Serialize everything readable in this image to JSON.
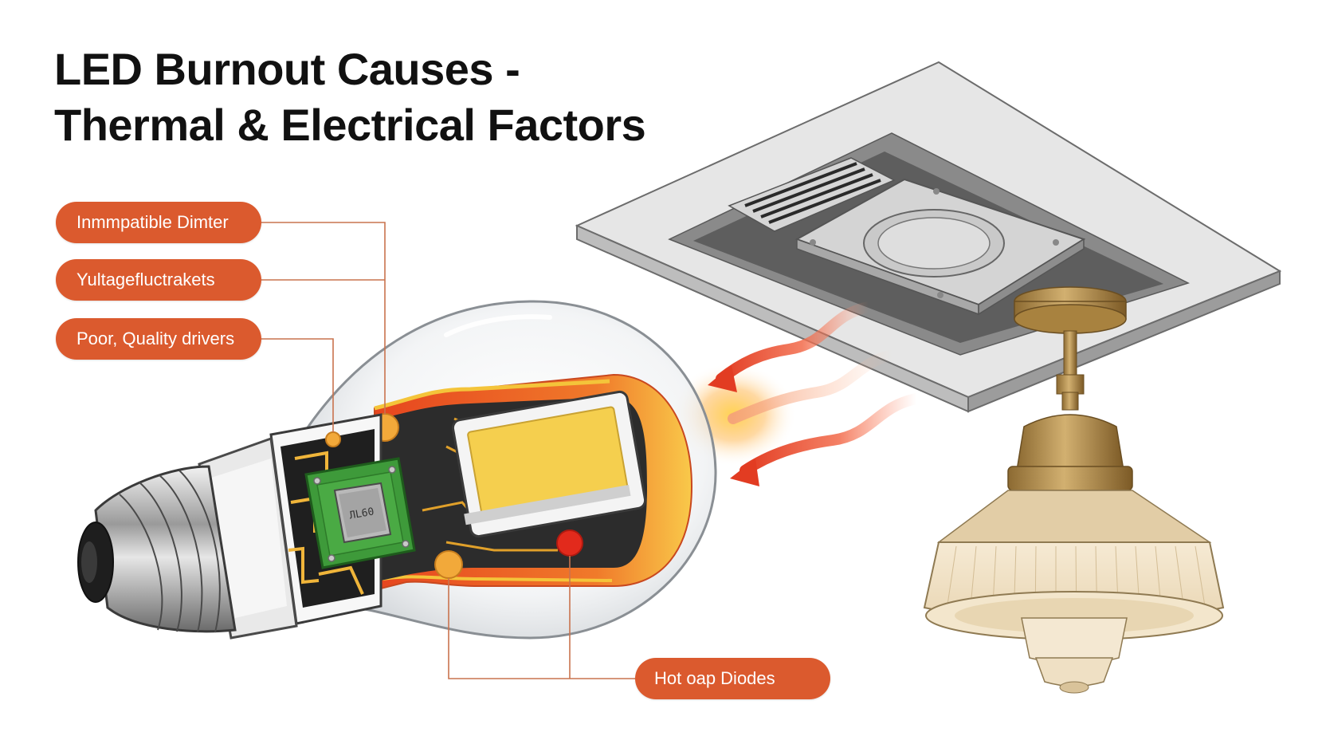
{
  "title": {
    "line1": "LED Burnout Causes -",
    "line2": "Thermal & Electrical Factors"
  },
  "callouts": [
    {
      "label": "Inmmpatible Dimter"
    },
    {
      "label": "Yultagefluctrakets"
    },
    {
      "label": "Poor, Quality drivers"
    },
    {
      "label": "Hot oap Diodes"
    }
  ],
  "chip_label": "ЛL60",
  "colors": {
    "accent": "#db5a2e",
    "leader_line": "#c9734e",
    "heat_red": "#e23c22",
    "heat_yellow": "#f7d354",
    "pcb_green": "#3e9a3a",
    "brass": "#b08a4a",
    "shade": "#efe1c9"
  }
}
